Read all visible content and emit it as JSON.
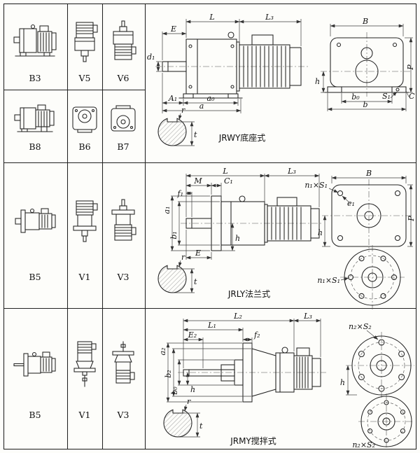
{
  "mount_grid": {
    "cells": [
      {
        "label": "B3"
      },
      {
        "label": "V5"
      },
      {
        "label": "V6"
      },
      {
        "label": "B8"
      },
      {
        "label": "B6"
      },
      {
        "label": "B7"
      },
      {
        "label": "B5"
      },
      {
        "label": "V1"
      },
      {
        "label": "V3"
      },
      {
        "label": "B5"
      },
      {
        "label": "V1"
      },
      {
        "label": "V3"
      }
    ]
  },
  "jrwy": {
    "caption": "JRWY底座式",
    "dims": {
      "L": "L",
      "L3": "L₃",
      "E": "E",
      "d1": "d₁",
      "A1": "A₁",
      "a0": "a₀",
      "a": "a",
      "B": "B",
      "P": "P",
      "h": "h",
      "C": "C",
      "S1": "S₁",
      "b0": "b₀",
      "b": "b",
      "r": "r",
      "t": "t"
    }
  },
  "jrly": {
    "caption": "JRLY法兰式",
    "dims": {
      "L": "L",
      "L3": "L₃",
      "M": "M",
      "f1": "f₁",
      "C1": "C₁",
      "a1": "a₁",
      "b1": "b₁",
      "E": "E",
      "h": "h",
      "B": "B",
      "P": "P",
      "e1": "e₁",
      "n1S1": "n₁×S₁",
      "r": "r",
      "t": "t"
    }
  },
  "jrmy": {
    "caption": "JRMY搅拌式",
    "dims": {
      "L1": "L₁",
      "L2": "L₂",
      "L3": "L₃",
      "E2": "E₂",
      "f2": "f₂",
      "a2": "a₂",
      "b2": "b₂",
      "b0": "b₀",
      "h": "h",
      "n2S2": "n₂×S₂",
      "r": "r",
      "t": "t"
    }
  }
}
